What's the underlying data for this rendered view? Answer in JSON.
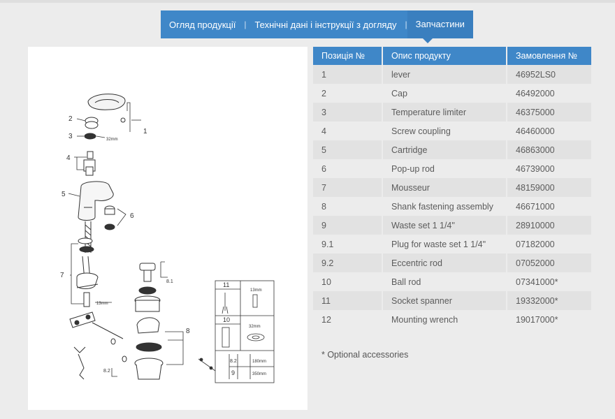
{
  "tabs": [
    {
      "label": "Огляд продукції",
      "active": false
    },
    {
      "label": "Технічні дані і інструкції з догляду",
      "active": false
    },
    {
      "label": "Запчастини",
      "active": true
    }
  ],
  "table": {
    "headers": [
      "Позиція №",
      "Опис продукту",
      "Замовлення №"
    ],
    "rows": [
      [
        "1",
        "lever",
        "46952LS0"
      ],
      [
        "2",
        "Cap",
        "46492000"
      ],
      [
        "3",
        "Temperature limiter",
        "46375000"
      ],
      [
        "4",
        "Screw coupling",
        "46460000"
      ],
      [
        "5",
        "Cartridge",
        "46863000"
      ],
      [
        "6",
        "Pop-up rod",
        "46739000"
      ],
      [
        "7",
        "Mousseur",
        "48159000"
      ],
      [
        "8",
        "Shank fastening assembly",
        "46671000"
      ],
      [
        "9",
        "Waste set 1 1/4\"",
        "28910000"
      ],
      [
        "9.1",
        "Plug for waste set 1 1/4\"",
        "07182000"
      ],
      [
        "9.2",
        "Eccentric rod",
        "07052000"
      ],
      [
        "10",
        "Ball rod",
        "07341000*"
      ],
      [
        "11",
        "Socket spanner",
        "19332000*"
      ],
      [
        "12",
        "Mounting wrench",
        "19017000*"
      ]
    ]
  },
  "note": "* Optional accessories",
  "diagram": {
    "callouts": [
      "1",
      "2",
      "3",
      "4",
      "5",
      "6",
      "7",
      "8",
      "8.1",
      "8.2"
    ],
    "dims": [
      "32mm",
      "13mm"
    ],
    "accessory_box": {
      "labels": [
        "11",
        "10",
        "8.2",
        "9"
      ],
      "dims": [
        "13mm",
        "32mm",
        "180mm",
        "350mm"
      ]
    }
  },
  "colors": {
    "accent": "#3f87c8",
    "row_odd": "#e2e2e2",
    "row_even": "#ececec"
  }
}
